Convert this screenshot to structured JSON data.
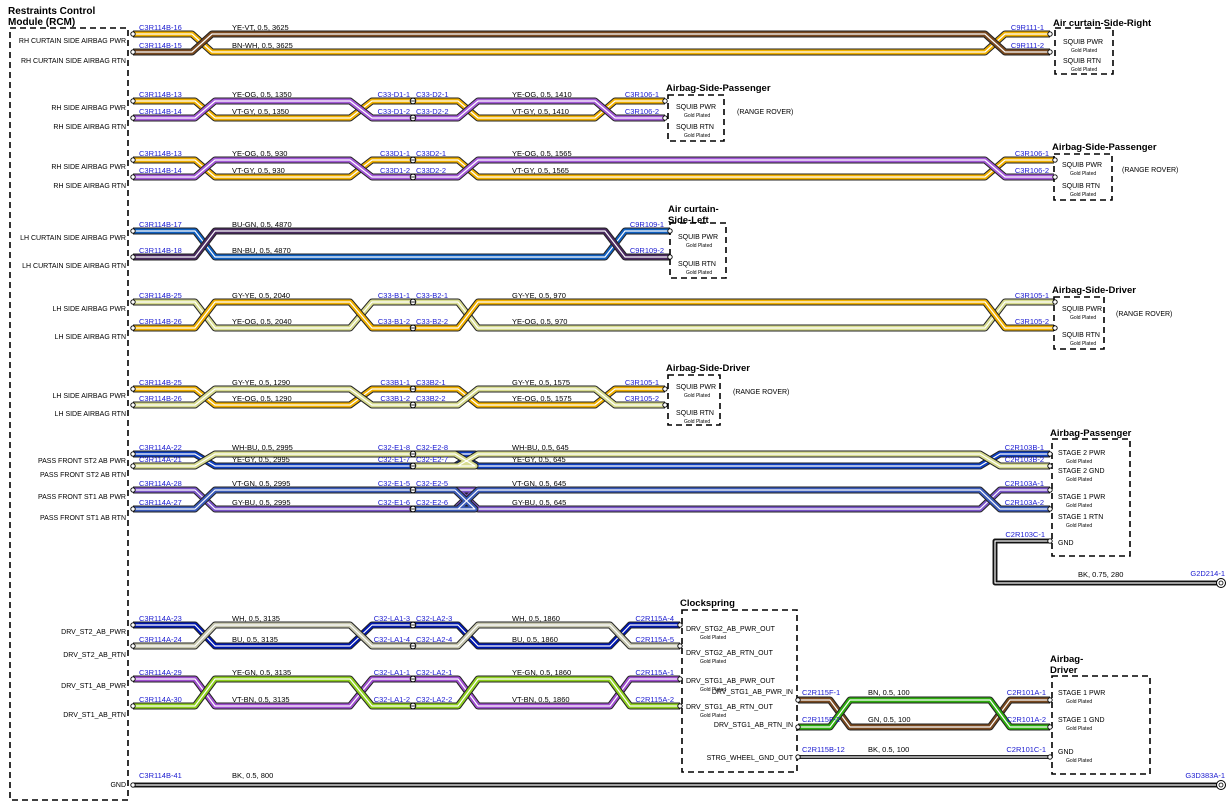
{
  "rcm": {
    "title1": "Restraints Control",
    "title2": "Module (RCM)",
    "gnd_label": "GND",
    "gnd_pin": "C3R114B-41",
    "gnd_wire": "BK, 0.5, 800",
    "gnd_end": "G3D383A-1"
  },
  "components": {
    "ac_right": {
      "t1": "Air curtain-Side-Right",
      "p1": "SQUIB PWR",
      "p2": "SQUIB RTN",
      "gp": "Gold Plated"
    },
    "asp_a": {
      "t1": "Airbag-Side-Passenger",
      "p1": "SQUIB PWR",
      "p2": "SQUIB RTN",
      "gp": "Gold Plated",
      "note": "(RANGE ROVER)"
    },
    "asp_b": {
      "t1": "Airbag-Side-Passenger",
      "p1": "SQUIB PWR",
      "p2": "SQUIB RTN",
      "gp": "Gold Plated",
      "note": "(RANGE ROVER)"
    },
    "ac_left": {
      "t1": "Air curtain-",
      "t2": "Side-Left",
      "p1": "SQUIB PWR",
      "p2": "SQUIB RTN",
      "gp": "Gold Plated"
    },
    "asd_a": {
      "t1": "Airbag-Side-Driver",
      "p1": "SQUIB PWR",
      "p2": "SQUIB RTN",
      "gp": "Gold Plated",
      "note": "(RANGE ROVER)"
    },
    "asd_b": {
      "t1": "Airbag-Side-Driver",
      "p1": "SQUIB PWR",
      "p2": "SQUIB RTN",
      "gp": "Gold Plated",
      "note": "(RANGE ROVER)"
    },
    "ab_pass": {
      "t1": "Airbag-Passenger",
      "p1": "STAGE 2 PWR",
      "p2": "STAGE 2 GND",
      "p3": "STAGE 1 PWR",
      "p4": "STAGE 1 RTN",
      "p5": "GND",
      "gp": "Gold Plated",
      "gnd_pin": "C2R103C-1",
      "gnd_wire": "BK, 0.75, 280",
      "gnd_end": "G2D214-1"
    },
    "clockspring": {
      "t1": "Clockspring",
      "p1": "DRV_STG2_AB_PWR_OUT",
      "p2": "DRV_STG2_AB_RTN_OUT",
      "p3": "DRV_STG1_AB_PWR_OUT",
      "p4": "DRV_STG1_AB_RTN_OUT",
      "p5": "DRV_STG1_AB_PWR_IN",
      "p6": "DRV_STG1_AB_RTN_IN",
      "p7": "STRG_WHEEL_GND_OUT",
      "gp": "Gold Plated"
    },
    "ab_drv": {
      "t1": "Airbag-",
      "t2": "Driver",
      "p1": "STAGE 1 PWR",
      "p2": "STAGE 1 GND",
      "p3": "GND",
      "gp": "Gold Plated"
    }
  },
  "circuits": [
    {
      "l1": "RH CURTAIN SIDE AIRBAG PWR",
      "l2": "RH CURTAIN SIDE AIRBAG RTN",
      "s1": "C3R114B-16",
      "s2": "C3R114B-15",
      "w1": "YE-VT, 0.5, 3625",
      "w2": "BN-WH, 0.5, 3625",
      "e1": "C9R111-1",
      "e2": "C9R111-2",
      "c1": "#f0b000",
      "c2": "#7a4a20"
    },
    {
      "l1": "RH SIDE AIRBAG PWR",
      "l2": "RH SIDE AIRBAG RTN",
      "s1": "C3R114B-13",
      "s2": "C3R114B-14",
      "w1": "YE-OG, 0.5, 1350",
      "w2": "VT-GY, 0.5, 1350",
      "x1": "C33-D1-1",
      "x2": "C33-D1-2",
      "y1": "C33-D2-1",
      "y2": "C33-D2-2",
      "v1": "YE-OG, 0.5, 1410",
      "v2": "VT-GY, 0.5, 1410",
      "e1": "C3R106-1",
      "e2": "C3R106-2",
      "c1": "#f0b000",
      "c2": "#a45ad8"
    },
    {
      "l1": "RH SIDE AIRBAG PWR",
      "l2": "RH SIDE AIRBAG RTN",
      "s1": "C3R114B-13",
      "s2": "C3R114B-14",
      "w1": "YE-OG, 0.5, 930",
      "w2": "VT-GY, 0.5, 930",
      "x1": "C33D1-1",
      "x2": "C33D1-2",
      "y1": "C33D2-1",
      "y2": "C33D2-2",
      "v1": "YE-OG, 0.5, 1565",
      "v2": "VT-GY, 0.5, 1565",
      "e1": "C3R106-1",
      "e2": "C3R106-2",
      "c1": "#f0b000",
      "c2": "#a45ad8"
    },
    {
      "l1": "LH CURTAIN SIDE AIRBAG PWR",
      "l2": "LH CURTAIN SIDE AIRBAG RTN",
      "s1": "C3R114B-17",
      "s2": "C3R114B-18",
      "w1": "BU-GN, 0.5, 4870",
      "w2": "BN-BU, 0.5, 4870",
      "e1": "C9R109-1",
      "e2": "C9R109-2",
      "c1": "#1060c0",
      "c2": "#4a2a60"
    },
    {
      "l1": "LH SIDE AIRBAG PWR",
      "l2": "LH SIDE AIRBAG RTN",
      "s1": "C3R114B-25",
      "s2": "C3R114B-26",
      "w1": "GY-YE, 0.5, 2040",
      "w2": "YE-OG, 0.5, 2040",
      "x1": "C33-B1-1",
      "x2": "C33-B1-2",
      "y1": "C33-B2-1",
      "y2": "C33-B2-2",
      "v1": "GY-YE, 0.5, 970",
      "v2": "YE-OG, 0.5, 970",
      "e1": "C3R105-1",
      "e2": "C3R105-2",
      "c1": "#d8dc90",
      "c2": "#f0b000"
    },
    {
      "l1": "LH SIDE AIRBAG PWR",
      "l2": "LH SIDE AIRBAG RTN",
      "s1": "C3R114B-25",
      "s2": "C3R114B-26",
      "w1": "GY-YE, 0.5, 1290",
      "w2": "YE-OG, 0.5, 1290",
      "x1": "C33B1-1",
      "x2": "C33B1-2",
      "y1": "C33B2-1",
      "y2": "C33B2-2",
      "v1": "GY-YE, 0.5, 1575",
      "v2": "YE-OG, 0.5, 1575",
      "e1": "C3R105-1",
      "e2": "C3R105-2",
      "c1": "#f0b000",
      "c2": "#d8dc90"
    },
    {
      "l1": "PASS FRONT ST2 AB PWR",
      "l2": "PASS FRONT ST2 AB RTN",
      "s1": "C3R114A-22",
      "s2": "C3R114A-21",
      "w1": "WH-BU, 0.5, 2995",
      "w2": "YE-GY, 0.5, 2995",
      "x1": "C32-E1-8",
      "x2": "C32-E1-7",
      "y1": "C32-E2-8",
      "y2": "C32-E2-7",
      "v1": "WH-BU, 0.5, 645",
      "v2": "YE-GY, 0.5, 645",
      "e1": "C2R103B-1",
      "e2": "C2R103B-2",
      "c1": "#1040c0",
      "c2": "#d8dc90"
    },
    {
      "l1": "PASS FRONT ST1 AB PWR",
      "l2": "PASS FRONT ST1 AB RTN",
      "s1": "C3R114A-28",
      "s2": "C3R114A-27",
      "w1": "VT-GN, 0.5, 2995",
      "w2": "GY-BU, 0.5, 2995",
      "x1": "C32-E1-5",
      "x2": "C32-E1-6",
      "y1": "C32-E2-5",
      "y2": "C32-E2-6",
      "v1": "VT-GN, 0.5, 645",
      "v2": "GY-BU, 0.5, 645",
      "e1": "C2R103A-1",
      "e2": "C2R103A-2",
      "c1": "#7a55c8",
      "c2": "#3a5ab8"
    },
    {
      "l1": "DRV_ST2_AB_PWR",
      "l2": "DRV_ST2_AB_RTN",
      "s1": "C3R114A-23",
      "s2": "C3R114A-24",
      "w1": "WH, 0.5, 3135",
      "w2": "BU, 0.5, 3135",
      "x1": "C32-LA1-3",
      "x2": "C32-LA1-4",
      "y1": "C32-LA2-3",
      "y2": "C32-LA2-4",
      "v1": "WH, 0.5, 1860",
      "v2": "BU, 0.5, 1860",
      "e1": "C2R115A-4",
      "e2": "C2R115A-5",
      "c1": "#0018b0",
      "c2": "#c8c8b0"
    },
    {
      "l1": "DRV_ST1_AB_PWR",
      "l2": "DRV_ST1_AB_RTN",
      "s1": "C3R114A-29",
      "s2": "C3R114A-30",
      "w1": "YE-GN, 0.5, 3135",
      "w2": "VT-BN, 0.5, 3135",
      "x1": "C32-LA1-1",
      "x2": "C32-LA1-2",
      "y1": "C32-LA2-1",
      "y2": "C32-LA2-2",
      "v1": "YE-GN, 0.5, 1860",
      "v2": "VT-BN, 0.5, 1860",
      "e1": "C2R115A-1",
      "e2": "C2R115A-2",
      "c1": "#a050d0",
      "c2": "#90d020"
    }
  ],
  "driver_link": {
    "s1": "C2R115F-1",
    "s2": "C2R115F-2",
    "s3": "C2R115B-12",
    "w1": "BN, 0.5, 100",
    "w2": "GN, 0.5, 100",
    "w3": "BK, 0.5, 100",
    "e1": "C2R101A-1",
    "e2": "C2R101A-2",
    "e3": "C2R101C-1"
  },
  "colors": {
    "pin_label": "#1a1ad0",
    "box": "#000000"
  }
}
